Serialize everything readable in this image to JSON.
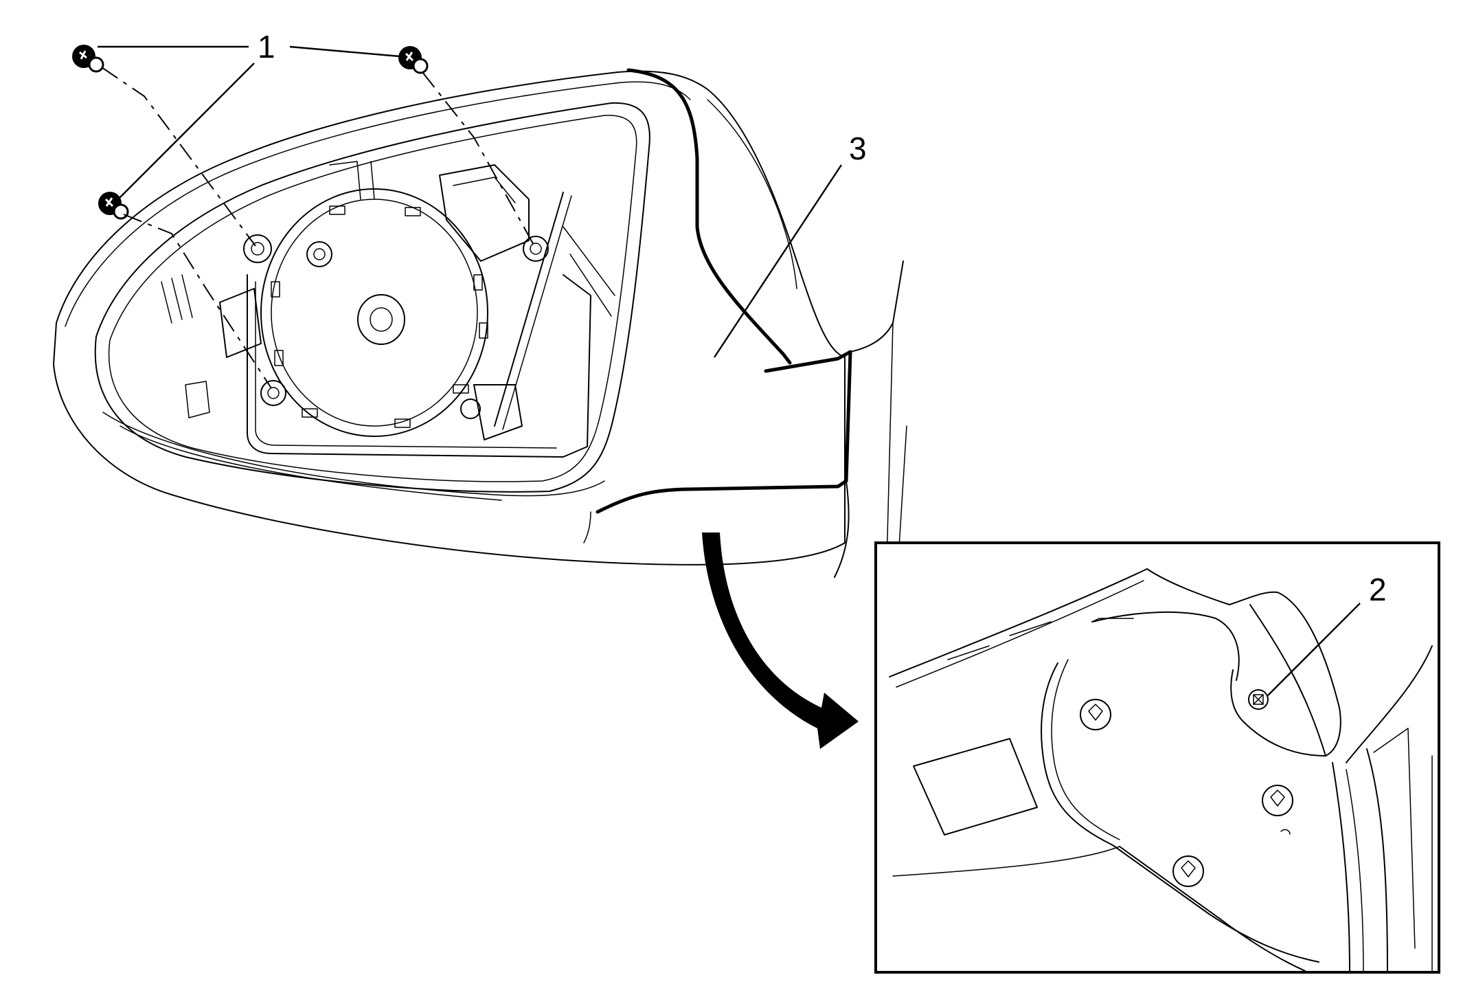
{
  "callouts": {
    "fastener": "1",
    "inset_fastener": "2",
    "housing": "3"
  },
  "icons": [
    "screw-icon",
    "curved-arrow-icon"
  ],
  "colors": {
    "line": "#000000",
    "background": "#ffffff"
  }
}
